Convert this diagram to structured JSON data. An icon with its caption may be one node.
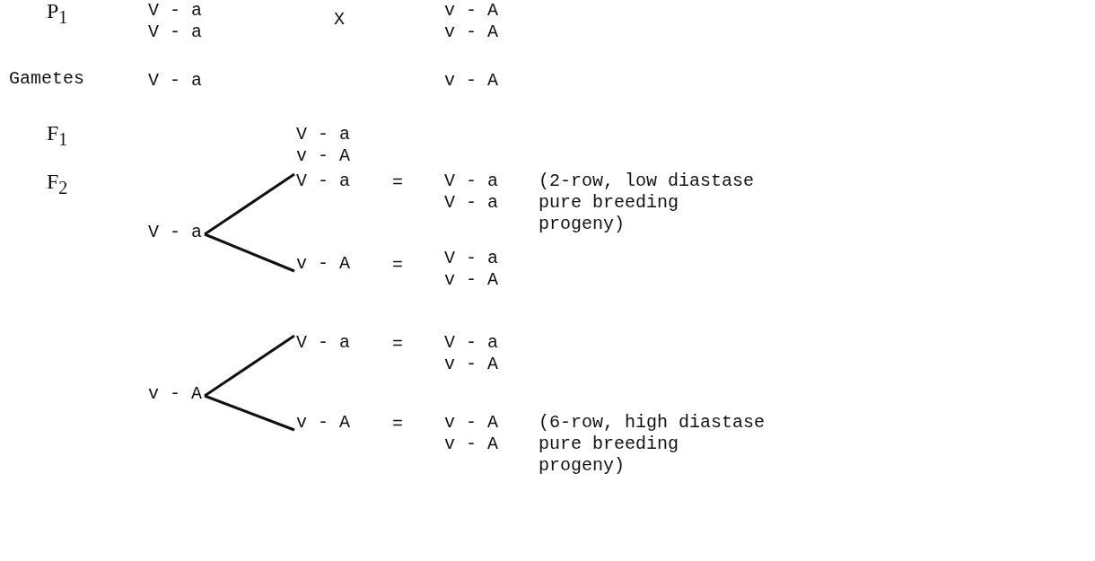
{
  "diagram": {
    "nodes": [
      {
        "text": [
          "V - a"
        ]
      },
      {
        "text": [
          "V - a"
        ]
      },
      {
        "text": [
          "v - A"
        ]
      },
      {
        "text": [
          "V - a"
        ]
      },
      {
        "text": [
          "v - A"
        ]
      },
      {
        "text": [
          "v - A"
        ]
      }
    ],
    "edges": [
      {
        "from": 1,
        "to": 0,
        "arrow": "none"
      },
      {
        "from": 1,
        "to": 2,
        "arrow": "none"
      },
      {
        "from": 4,
        "to": 3,
        "arrow": "none"
      },
      {
        "from": 4,
        "to": 5,
        "arrow": "none"
      }
    ],
    "labels": [
      "P$_{1}$",
      "V - a",
      "v - A",
      "X",
      "V - a",
      "v - A",
      "Gametes",
      "V - a",
      "v - A",
      "F$_{1}$",
      "V - a",
      "v - A",
      "F$_{2}$",
      "=",
      "V - a",
      "(2-row, low diastase pure breeding progeny)",
      "V - a",
      "=",
      "V - a",
      "v - A",
      "=",
      "V - a",
      "v - A",
      "=",
      "v - A",
      "(6-row, high diastase pure breeding progeny)",
      "v - A"
    ]
  }
}
